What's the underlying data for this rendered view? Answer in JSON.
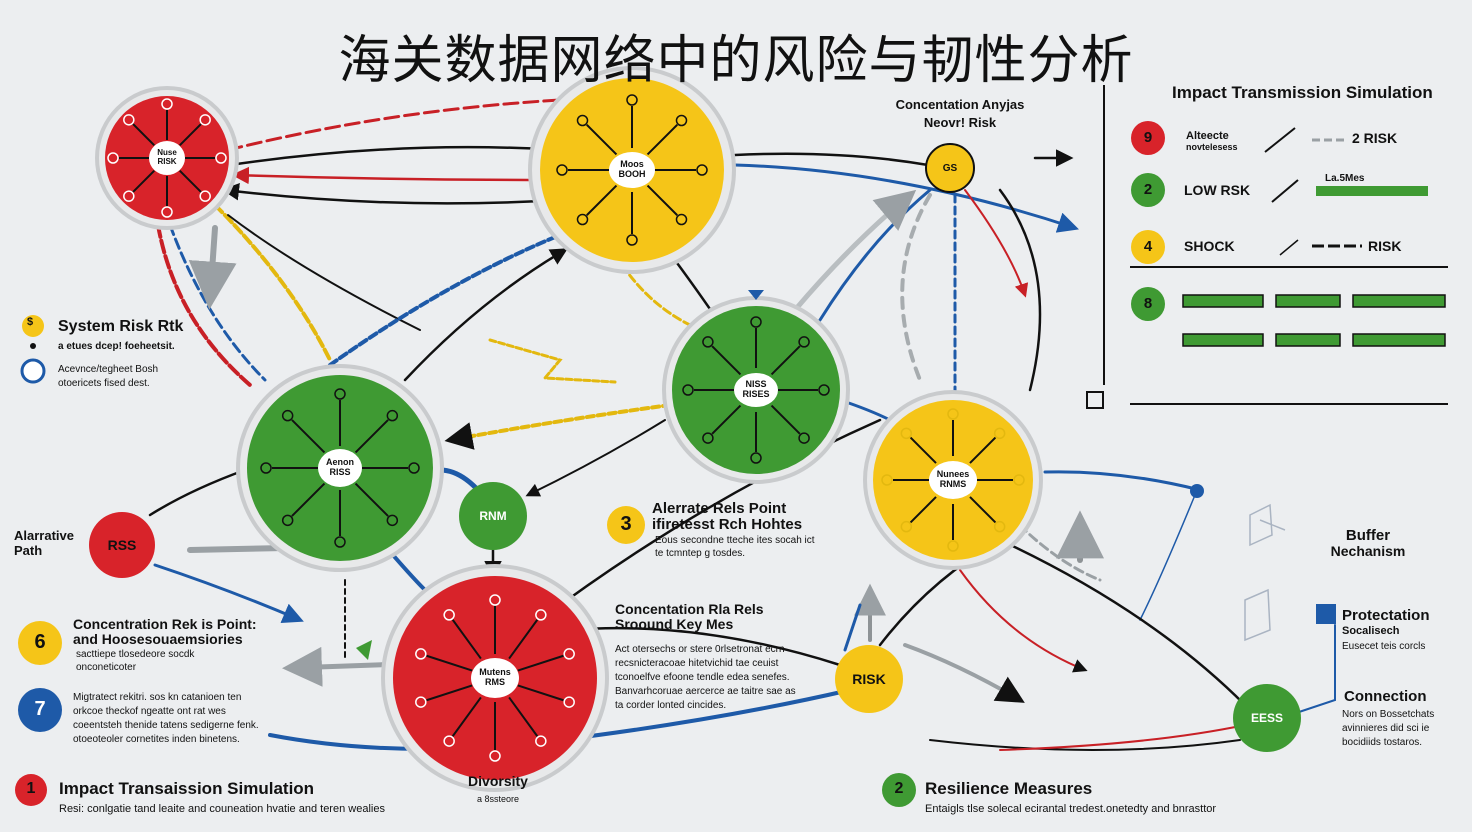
{
  "title": "海关数据网络中的风险与韧性分析",
  "hubs": {
    "top_red": "Nuse RISK",
    "top_yellow": "Moos BOOH",
    "center_green": "NISS RISES",
    "left_green": "Aenon RISS",
    "right_yellow": "Nunees RNMS",
    "bottom_red": "Mutens RMS"
  },
  "small_nodes": {
    "risk_red": "RSS",
    "small_green": "RNM",
    "small_yellow": "GS",
    "risk_yellow": "RISK",
    "eess_green": "EESS"
  },
  "concentration_label": [
    "Concentation Anyjas",
    "Neovr! Risk"
  ],
  "panel": {
    "title": "Impact Transmission Simulation",
    "rows": [
      {
        "badge": "9",
        "label": "Alteecte",
        "sub": "novtelesess",
        "tag": "2 RISK"
      },
      {
        "badge": "2",
        "label": "LOW RSK",
        "tag": "La.5Mes"
      },
      {
        "badge": "4",
        "label": "SHOCK",
        "tag": "RISK"
      },
      {
        "badge": "8",
        "label": ""
      }
    ]
  },
  "left_legend": {
    "system_risk": "System Risk Rtk",
    "system_risk_sub": "a etues dcep! foeheetsit.",
    "adv_line1": "Acevnce/tegheet Bosh",
    "adv_line2": "otoericets fised dest.",
    "alt_path": "Alarrative Path"
  },
  "blocks": {
    "b3": {
      "num": "3",
      "head1": "Alerrate Rels Point",
      "head2": "ifiretesst Rch Hohtes",
      "body1": "Eous secondne tteche ites socah ict",
      "body2": "te tcmntep g tosdes."
    },
    "b6": {
      "num": "6",
      "head1": "Concentration Rek is Point:",
      "head2": "and Hoosesouaemsiories",
      "body1": "sacttiepe tlosedeore socdk",
      "body2": "onconeticoter"
    },
    "b7": {
      "num": "7",
      "body1": "Migtratect rekitri. sos kn catanioen ten",
      "body2": "orkcoe theckof ngeatte ont rat wes",
      "body3": "coeentsteh thenide tatens sedigerne fenk.",
      "body4": "otoeoteoler cornetites inden binetens."
    },
    "b1": {
      "num": "1",
      "head": "Impact Transaission Simulation",
      "body": "Resi: conlgatie tand leaite and couneation hvatie and teren wealies"
    },
    "b2": {
      "num": "2",
      "head": "Resilience Measures",
      "body": "Entaigls tlse solecal ecirantal tredest.onetedty and bnrasttor"
    },
    "concentration": {
      "head1": "Concentation Rla Rels",
      "head2": "Sroound Key Mes",
      "body": [
        "Act otersechs or stere 0rlsetronat ecrn",
        "recsnicteracoae hitetvichid tae ceuist",
        "tconoelfve efoone tendle edea senefes.",
        "Banvarhcoruae aercerce ae taitre sae as",
        "ta corder lonted cincides."
      ]
    },
    "diversity": {
      "head": "Divorsity",
      "sub": "a 8ssteore"
    }
  },
  "right_side": {
    "buffer1": "Buffer",
    "buffer2": "Nechanism",
    "protect1": "Protectation",
    "protect2": "Socalisech",
    "protect_sub": "Eusecet teis corcls",
    "conn_head": "Connection",
    "conn_body": [
      "Nors on Bossetchats",
      "avinnieres did sci ie",
      "bocidiids tostaros."
    ]
  },
  "colors": {
    "red": "#d8232a",
    "yellow": "#f5c518",
    "green": "#3f9a33",
    "blue": "#1e5aa8",
    "dark": "#111111",
    "grey": "#9aa0a4"
  }
}
